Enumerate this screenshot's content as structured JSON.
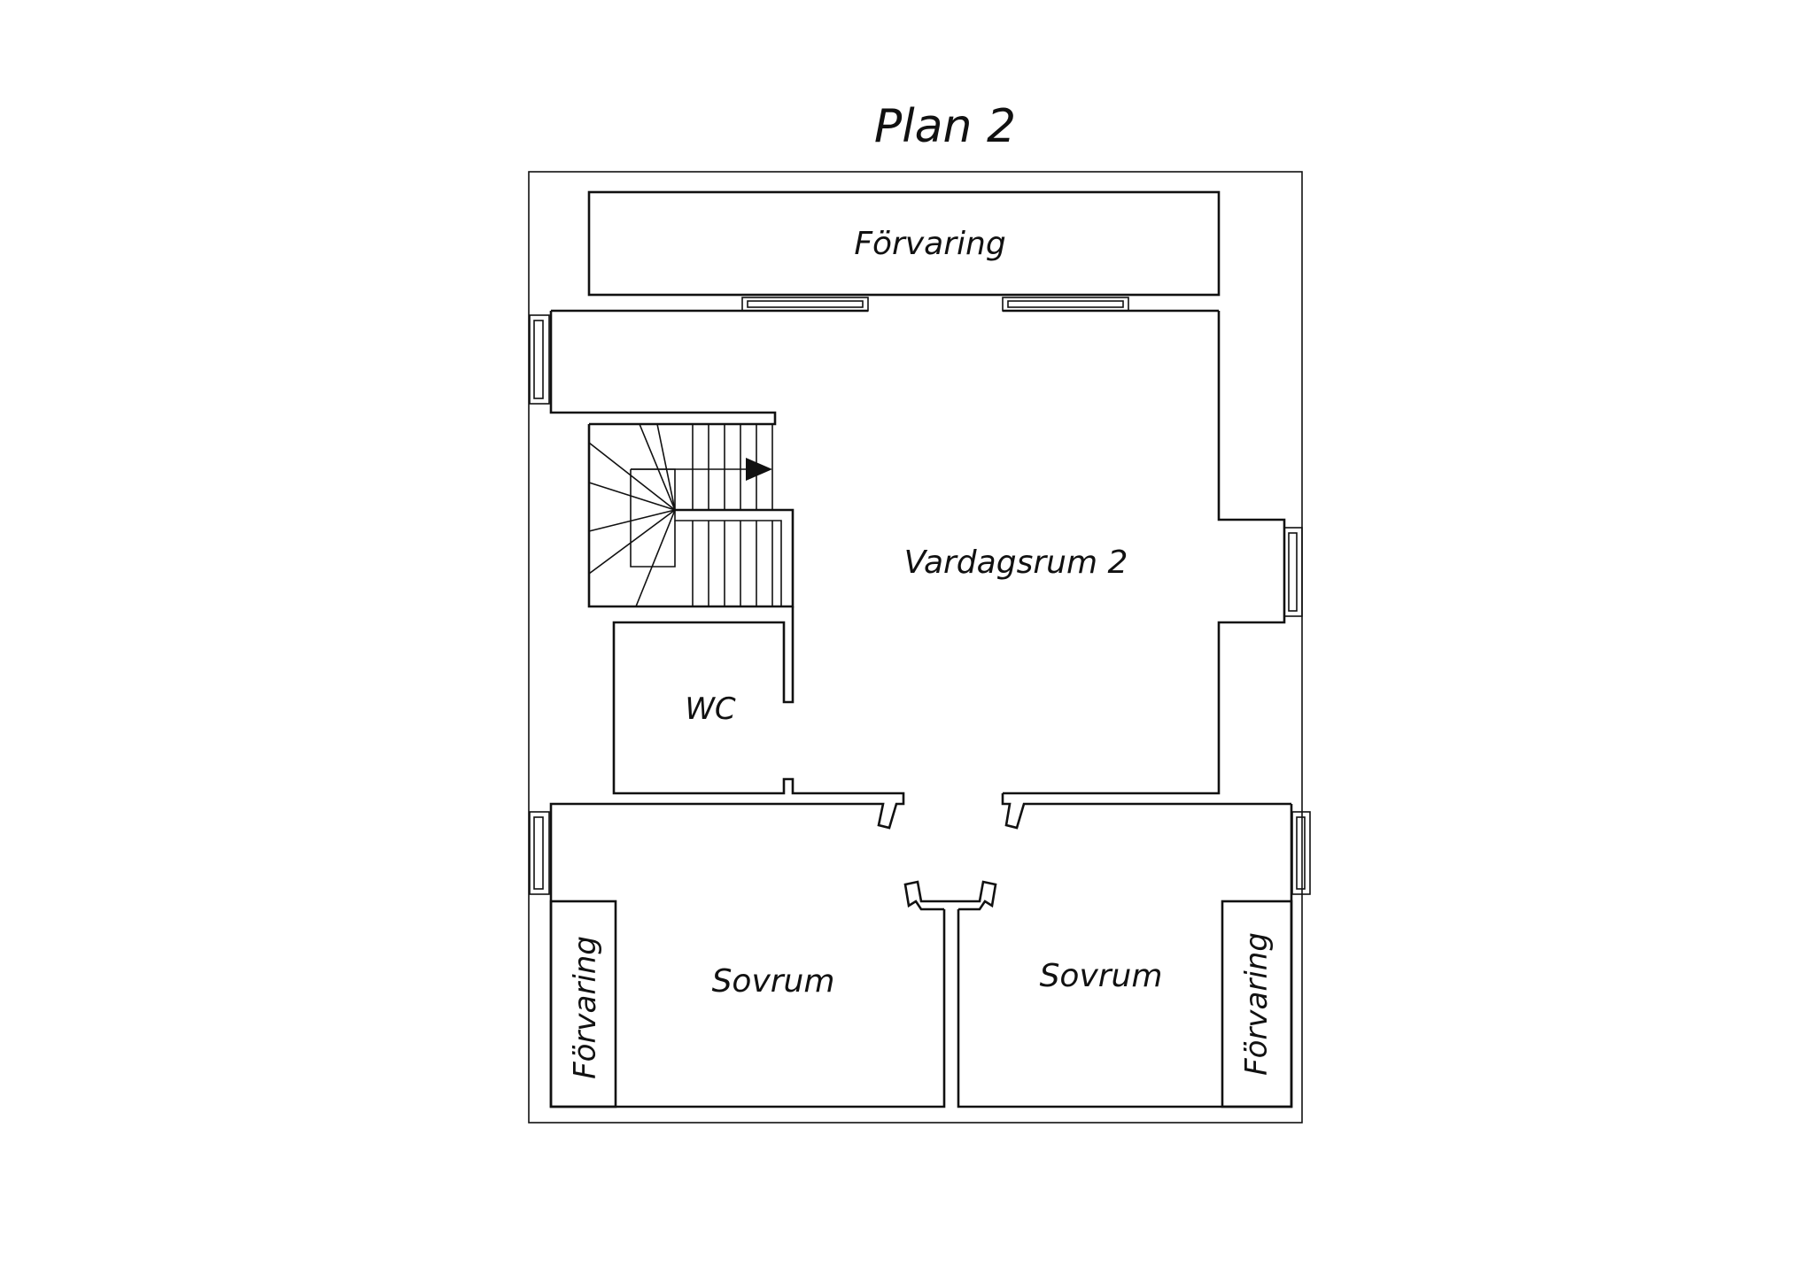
{
  "plan": {
    "title": "Plan 2",
    "rooms": {
      "storage_top": "Förvaring",
      "living_room": "Vardagsrum 2",
      "wc": "WC",
      "bedroom_left": "Sovrum",
      "bedroom_right": "Sovrum",
      "storage_left": "Förvaring",
      "storage_right": "Förvaring"
    },
    "stair_direction": "right"
  }
}
